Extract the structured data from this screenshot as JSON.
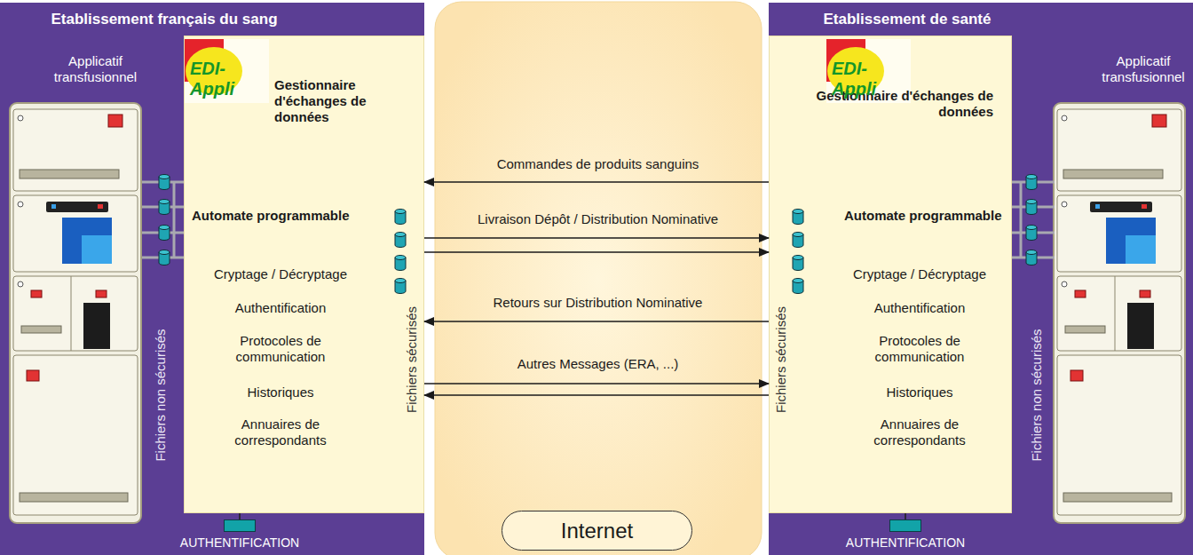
{
  "diagram": {
    "nodes": [
      {
        "text": [
          "Etablissement français du sang"
        ]
      },
      {
        "text": [
          "Gestionnaire d'échanges de données",
          "Automate programmable",
          "Cryptage / Décryptage",
          "Authentification",
          "Protocoles de communication",
          "Historiques",
          "Annuaires de correspondants"
        ],
        "in": 0
      },
      {
        "text": [
          "EDI-Appli"
        ],
        "in": 1
      },
      {
        "text": [
          "AUTHENTIFICATION"
        ],
        "in": 0
      },
      {
        "text": [
          "Internet"
        ]
      },
      {
        "text": [
          "Etablissement de santé"
        ]
      },
      {
        "text": [
          "Gestionnaire d'échanges de données",
          "Automate programmable",
          "Cryptage / Décryptage",
          "Authentification",
          "Protocoles de communication",
          "Historiques",
          "Annuaires de correspondants"
        ],
        "in": 5
      },
      {
        "text": [
          "EDI-Appli"
        ],
        "in": 6
      },
      {
        "text": [
          "AUTHENTIFICATION"
        ],
        "in": 5
      }
    ],
    "edges": [
      {
        "from": 6,
        "to": 1,
        "arrow": "to",
        "label": "Commandes de produits sanguins"
      },
      {
        "from": 1,
        "to": 6,
        "arrow": "to",
        "label": "Livraison Dépôt / Distribution Nominative"
      },
      {
        "from": 1,
        "to": 6,
        "arrow": "to"
      },
      {
        "from": 6,
        "to": 1,
        "arrow": "to",
        "label": "Retours sur Distribution Nominative"
      },
      {
        "from": 1,
        "to": 6,
        "arrow": "to",
        "label": "Autres Messages (ERA, ...)"
      },
      {
        "from": 6,
        "to": 1,
        "arrow": "to"
      },
      {
        "from": 1,
        "to": 3,
        "arrow": "none"
      },
      {
        "from": 6,
        "to": 8,
        "arrow": "none"
      }
    ],
    "labels": [
      "Applicatif transfusionnel",
      "Fichiers non sécurisés",
      "Fichiers sécurisés",
      "Fichiers sécurisés",
      "Fichiers non sécurisés",
      "Applicatif transfusionnel"
    ]
  }
}
